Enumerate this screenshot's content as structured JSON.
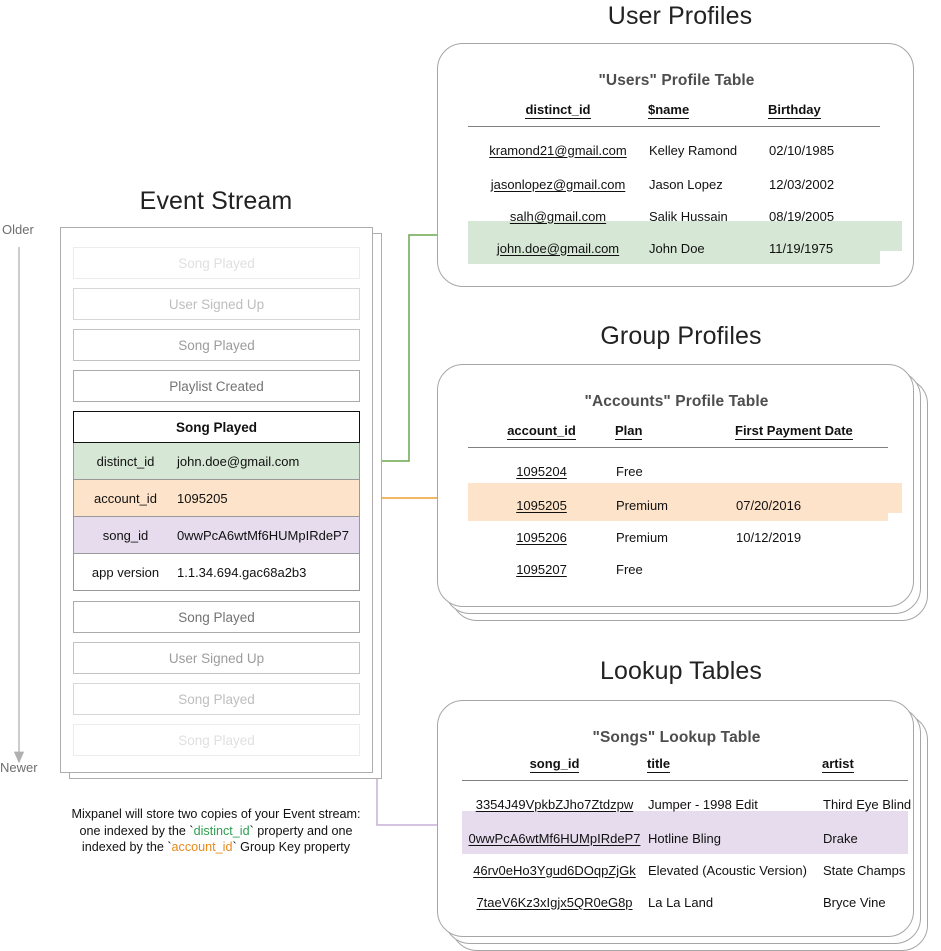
{
  "sections": {
    "event_stream": {
      "title": "Event Stream",
      "axis_older": "Older",
      "axis_newer": "Newer",
      "events": [
        {
          "label": "Song Played",
          "opacity": 0.18
        },
        {
          "label": "User Signed Up",
          "opacity": 0.38
        },
        {
          "label": "Song Played",
          "opacity": 0.58
        },
        {
          "label": "Playlist Created",
          "opacity": 0.82
        }
      ],
      "selected_event": {
        "label": "Song Played",
        "properties": [
          {
            "key": "distinct_id",
            "value": "john.doe@gmail.com",
            "highlight": "green"
          },
          {
            "key": "account_id",
            "value": "1095205",
            "highlight": "orange"
          },
          {
            "key": "song_id",
            "value": "0wwPcA6wtMf6HUMpIRdeP7",
            "highlight": "purple"
          },
          {
            "key": "app version",
            "value": "1.1.34.694.gac68a2b3",
            "highlight": "plain"
          }
        ]
      },
      "events_after": [
        {
          "label": "Song Played",
          "opacity": 0.82
        },
        {
          "label": "User Signed Up",
          "opacity": 0.58
        },
        {
          "label": "Song Played",
          "opacity": 0.38
        },
        {
          "label": "Song Played",
          "opacity": 0.18
        }
      ],
      "caption": {
        "line1": "Mixpanel will store two copies of your Event stream:",
        "line2_a": "one indexed by the `",
        "line2_key": "distinct_id",
        "line2_b": "` property and one",
        "line3_a": "indexed by the `",
        "line3_key": "account_id",
        "line3_b": "` Group Key property"
      }
    },
    "user_profiles": {
      "title": "User Profiles",
      "table_title": "\"Users\" Profile Table",
      "columns": [
        "distinct_id",
        "$name",
        "Birthday"
      ],
      "rows": [
        {
          "cells": [
            "kramond21@gmail.com",
            "Kelley Ramond",
            "02/10/1985"
          ],
          "highlight": ""
        },
        {
          "cells": [
            "jasonlopez@gmail.com",
            "Jason Lopez",
            "12/03/2002"
          ],
          "highlight": ""
        },
        {
          "cells": [
            "salh@gmail.com",
            "Salik Hussain",
            "08/19/2005"
          ],
          "highlight": ""
        },
        {
          "cells": [
            "john.doe@gmail.com",
            "John Doe",
            "11/19/1975"
          ],
          "highlight": "green"
        }
      ],
      "stack_layers": 1
    },
    "group_profiles": {
      "title": "Group Profiles",
      "table_title": "\"Accounts\" Profile Table",
      "columns": [
        "account_id",
        "Plan",
        "First Payment Date"
      ],
      "rows": [
        {
          "cells": [
            "1095204",
            "Free",
            ""
          ],
          "highlight": ""
        },
        {
          "cells": [
            "1095205",
            "Premium",
            "07/20/2016"
          ],
          "highlight": "orange"
        },
        {
          "cells": [
            "1095206",
            "Premium",
            "10/12/2019"
          ],
          "highlight": ""
        },
        {
          "cells": [
            "1095207",
            "Free",
            ""
          ],
          "highlight": ""
        }
      ],
      "stack_layers": 3
    },
    "lookup_tables": {
      "title": "Lookup Tables",
      "table_title": "\"Songs\" Lookup Table",
      "columns": [
        "song_id",
        "title",
        "artist"
      ],
      "rows": [
        {
          "cells": [
            "3354J49VpkbZJho7Ztdzpw",
            "Jumper - 1998 Edit",
            "Third Eye Blind"
          ],
          "highlight": ""
        },
        {
          "cells": [
            "0wwPcA6wtMf6HUMpIRdeP7",
            "Hotline Bling",
            "Drake"
          ],
          "highlight": "purple"
        },
        {
          "cells": [
            "46rv0eHo3Ygud6DOqpZjGk",
            "Elevated (Acoustic Version)",
            "State Champs"
          ],
          "highlight": ""
        },
        {
          "cells": [
            "7taeV6Kz3xIgjx5QR0eG8p",
            "La La Land",
            "Bryce Vine"
          ],
          "highlight": ""
        }
      ],
      "stack_layers": 3
    }
  },
  "colors": {
    "green_fill": "#d6e8d5",
    "orange_fill": "#fde3c9",
    "purple_fill": "#e6dced",
    "green_line": "#6aa84f",
    "orange_line": "#f0ad4e",
    "orange_arrow": "#e8891a",
    "purple_line": "#c6b1d6",
    "gray_arrow": "#808080",
    "card_border": "#a6a6a6",
    "caption_green": "#2e9e4f",
    "caption_orange": "#e8891a"
  }
}
